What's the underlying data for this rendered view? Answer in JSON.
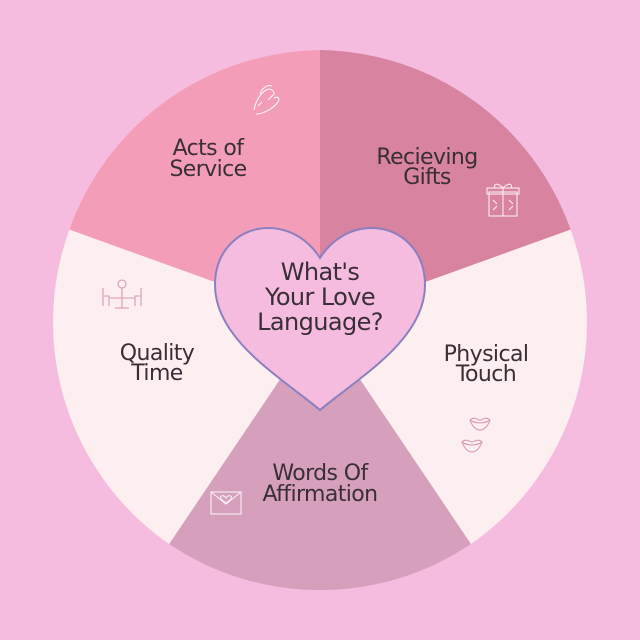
{
  "title": {
    "line1": "What's",
    "line2": "Your Love",
    "line3": "Language?"
  },
  "segments": [
    {
      "id": "acts",
      "line1": "Acts of",
      "line2": "Service",
      "icon": "hand-icon",
      "color": "#f39db9"
    },
    {
      "id": "gifts",
      "line1": "Recieving",
      "line2": "Gifts",
      "icon": "gift-icon",
      "color": "#d8839f"
    },
    {
      "id": "touch",
      "line1": "Physical",
      "line2": "Touch",
      "icon": "lips-icon",
      "color": "#fdeef0"
    },
    {
      "id": "words",
      "line1": "Words Of",
      "line2": "Affirmation",
      "icon": "envelope-heart-icon",
      "color": "#d6a0bd"
    },
    {
      "id": "time",
      "line1": "Quality",
      "line2": "Time",
      "icon": "dinner-table-icon",
      "color": "#fdeef0"
    }
  ],
  "colors": {
    "background": "#f5bcdf",
    "heart_fill": "#f5bcdf",
    "heart_stroke": "#8a80c0"
  }
}
